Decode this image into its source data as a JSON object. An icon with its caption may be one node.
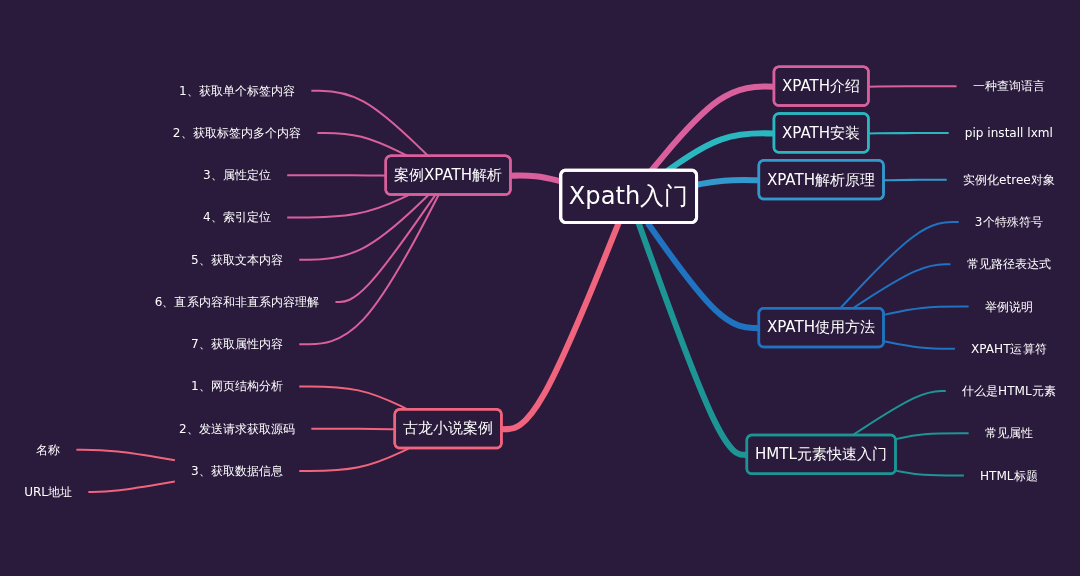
{
  "diagram": {
    "nodes": [
      {
        "text": [
          "Xpath入门"
        ]
      },
      {
        "text": [
          "案例XPATH解析"
        ]
      },
      {
        "text": [
          "1、获取单个标签内容"
        ]
      },
      {
        "text": [
          "2、获取标签内多个内容"
        ]
      },
      {
        "text": [
          "3、属性定位"
        ]
      },
      {
        "text": [
          "4、索引定位"
        ]
      },
      {
        "text": [
          "5、获取文本内容"
        ]
      },
      {
        "text": [
          "6、直系内容和非直系内容理解"
        ]
      },
      {
        "text": [
          "7、获取属性内容"
        ]
      },
      {
        "text": [
          "古龙小说案例"
        ]
      },
      {
        "text": [
          "1、网页结构分析"
        ]
      },
      {
        "text": [
          "2、发送请求获取源码"
        ]
      },
      {
        "text": [
          "3、获取数据信息"
        ]
      },
      {
        "text": [
          "名称"
        ]
      },
      {
        "text": [
          "URL地址"
        ]
      },
      {
        "text": [
          "XPATH介绍"
        ]
      },
      {
        "text": [
          "一种查询语言"
        ]
      },
      {
        "text": [
          "XPATH安装"
        ]
      },
      {
        "text": [
          "pip install lxml"
        ]
      },
      {
        "text": [
          "XPATH解析原理"
        ]
      },
      {
        "text": [
          "实例化etree对象"
        ]
      },
      {
        "text": [
          "XPATH使用方法"
        ]
      },
      {
        "text": [
          "3个特殊符号"
        ]
      },
      {
        "text": [
          "常见路径表达式"
        ]
      },
      {
        "text": [
          "举例说明"
        ]
      },
      {
        "text": [
          "XPAHT运算符"
        ]
      },
      {
        "text": [
          "HMTL元素快速入门"
        ]
      },
      {
        "text": [
          "什么是HTML元素"
        ]
      },
      {
        "text": [
          "常见属性"
        ]
      },
      {
        "text": [
          "HTML标题"
        ]
      }
    ],
    "edges": [
      {
        "from": 1,
        "to": 0,
        "arrow": "none",
        "style": "thick"
      },
      {
        "from": 2,
        "to": 1,
        "arrow": "none"
      },
      {
        "from": 3,
        "to": 1,
        "arrow": "none"
      },
      {
        "from": 4,
        "to": 1,
        "arrow": "none"
      },
      {
        "from": 5,
        "to": 1,
        "arrow": "none"
      },
      {
        "from": 6,
        "to": 1,
        "arrow": "none"
      },
      {
        "from": 7,
        "to": 1,
        "arrow": "none"
      },
      {
        "from": 8,
        "to": 1,
        "arrow": "none"
      },
      {
        "from": 9,
        "to": 0,
        "arrow": "none",
        "style": "thick",
        "color": "#f0647e"
      },
      {
        "from": 10,
        "to": 9,
        "arrow": "none",
        "color": "#f0647e"
      },
      {
        "from": 11,
        "to": 9,
        "arrow": "none",
        "color": "#f0647e"
      },
      {
        "from": 12,
        "to": 9,
        "arrow": "none",
        "color": "#f0647e"
      },
      {
        "from": 13,
        "to": 12,
        "arrow": "none",
        "color": "#f0647e"
      },
      {
        "from": 14,
        "to": 12,
        "arrow": "none",
        "color": "#f0647e"
      },
      {
        "from": 0,
        "to": 15,
        "arrow": "none",
        "style": "thick"
      },
      {
        "from": 15,
        "to": 16,
        "arrow": "none"
      },
      {
        "from": 0,
        "to": 17,
        "arrow": "none",
        "style": "thick",
        "color": "#2ab7c0"
      },
      {
        "from": 17,
        "to": 18,
        "arrow": "none",
        "color": "#2ab7c0"
      },
      {
        "from": 0,
        "to": 19,
        "arrow": "none",
        "style": "thick",
        "color": "#3399cc"
      },
      {
        "from": 19,
        "to": 20,
        "arrow": "none",
        "color": "#3399cc"
      },
      {
        "from": 0,
        "to": 21,
        "arrow": "none",
        "style": "thick",
        "color": "#1f73c0"
      },
      {
        "from": 21,
        "to": 22,
        "arrow": "none",
        "color": "#1f73c0"
      },
      {
        "from": 21,
        "to": 23,
        "arrow": "none",
        "color": "#1f73c0"
      },
      {
        "from": 21,
        "to": 24,
        "arrow": "none",
        "color": "#1f73c0"
      },
      {
        "from": 21,
        "to": 25,
        "arrow": "none",
        "color": "#1f73c0"
      },
      {
        "from": 0,
        "to": 26,
        "arrow": "none",
        "style": "thick",
        "color": "#1d9595"
      },
      {
        "from": 26,
        "to": 27,
        "arrow": "none",
        "color": "#1d9595"
      },
      {
        "from": 26,
        "to": 28,
        "arrow": "none",
        "color": "#1d9595"
      },
      {
        "from": 26,
        "to": 29,
        "arrow": "none",
        "color": "#1d9595"
      }
    ]
  }
}
